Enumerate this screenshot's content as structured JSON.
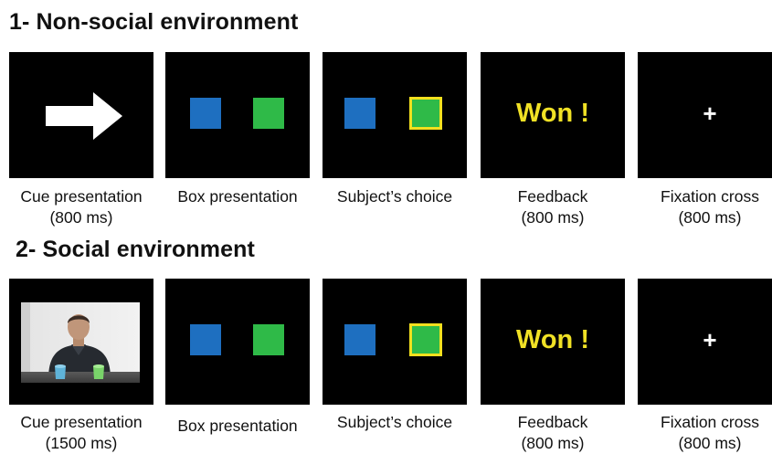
{
  "sections": [
    {
      "title": "1- Non-social environment",
      "panels": [
        {
          "content": "arrow-icon",
          "caption_line1": "Cue presentation",
          "caption_line2": "(800 ms)"
        },
        {
          "content": "two-boxes",
          "caption_line1": "Box presentation",
          "caption_line2": ""
        },
        {
          "content": "two-boxes-green-selected",
          "caption_line1": "Subject’s choice",
          "caption_line2": ""
        },
        {
          "content": "feedback-text",
          "text": "Won !",
          "caption_line1": "Feedback",
          "caption_line2": "(800 ms)"
        },
        {
          "content": "fixation-cross",
          "text": "+",
          "caption_line1": "Fixation cross",
          "caption_line2": "(800 ms)"
        }
      ]
    },
    {
      "title": "2- Social environment",
      "panels": [
        {
          "content": "video-photo",
          "caption_line1": "Cue presentation",
          "caption_line2": "(1500 ms)"
        },
        {
          "content": "two-boxes",
          "caption_line1": "Box presentation",
          "caption_line2": ""
        },
        {
          "content": "two-boxes-green-selected",
          "caption_line1": "Subject’s choice",
          "caption_line2": ""
        },
        {
          "content": "feedback-text",
          "text": "Won !",
          "caption_line1": "Feedback",
          "caption_line2": "(800 ms)"
        },
        {
          "content": "fixation-cross",
          "text": "+",
          "caption_line1": "Fixation cross",
          "caption_line2": "(800 ms)"
        }
      ]
    }
  ],
  "colors": {
    "panel_background": "#000000",
    "box_blue": "#1e6fc0",
    "box_green": "#2fba48",
    "selection_and_feedback_yellow": "#f0e125",
    "fixation_white": "#ffffff"
  }
}
